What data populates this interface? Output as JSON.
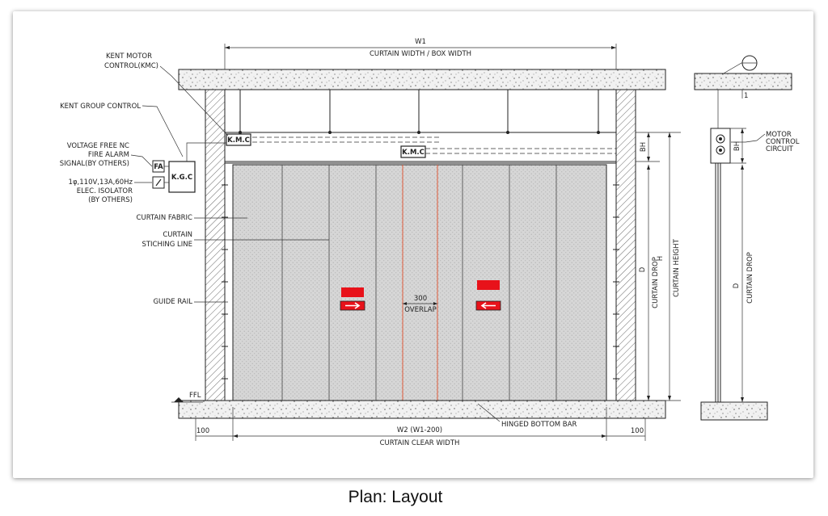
{
  "caption": "Plan: Layout",
  "dimensions": {
    "w1": "W1",
    "curtain_box_width": "CURTAIN WIDTH / BOX WIDTH",
    "w2": "W2 (W1-200)",
    "curtain_clear_width": "CURTAIN CLEAR WIDTH",
    "side_left": "100",
    "side_right": "100",
    "overlap_value": "300",
    "overlap": "OVERLAP",
    "bh": "BH",
    "d_label": "D",
    "curtain_drop": "CURTAIN DROP",
    "h_label": "H",
    "curtain_height": "CURTAIN HEIGHT",
    "ffl": "FFL"
  },
  "labels": {
    "kmc_line1": "KENT MOTOR",
    "kmc_line2": "CONTROL(KMC)",
    "kgc_label": "KENT GROUP CONTROL",
    "alarm_line1": "VOLTAGE FREE NC",
    "alarm_line2": "FIRE ALARM",
    "alarm_line3": "SIGNAL(BY OTHERS)",
    "iso_line1": "1φ,110V,13A,60Hz",
    "iso_line2": "ELEC. ISOLATOR",
    "iso_line3": "(BY OTHERS)",
    "curtain_fabric": "CURTAIN FABRIC",
    "stitch_line1": "CURTAIN",
    "stitch_line2": "STICHING LINE",
    "guide_rail": "GUIDE RAIL",
    "hinged_bar": "HINGED BOTTOM BAR",
    "motor_ctrl1": "MOTOR",
    "motor_ctrl2": "CONTROL",
    "motor_ctrl3": "CIRCUIT",
    "side_one": "1"
  },
  "boxes": {
    "fa": "FA",
    "kgc": "K.G.C",
    "kmc_a": "K.M.C",
    "kmc_b": "K.M.C"
  },
  "colors": {
    "warning_red": "#e8121a",
    "overlap_line": "#e05a3a",
    "line": "#222222"
  }
}
